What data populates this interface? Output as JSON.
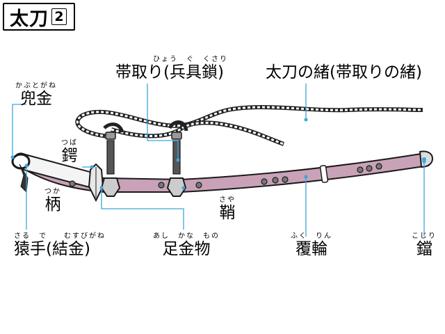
{
  "title": {
    "text": "太刀",
    "number": "2"
  },
  "labels": {
    "kabutogane": {
      "ruby": "かぶとがね",
      "text": "兜金"
    },
    "tsuba": {
      "ruby": "つば",
      "text": "鍔"
    },
    "tsuka": {
      "ruby": "つか",
      "text": "柄"
    },
    "saru": {
      "ruby": "さる　で　　むすびがね",
      "text": "猿手(結金)"
    },
    "obitori": {
      "ruby": "ひょう　ぐ　くさり",
      "text": "帯取り(兵具鎖)"
    },
    "tachinoo": {
      "text": "太刀の緒(帯取りの緒)"
    },
    "saya": {
      "ruby": "さや",
      "text": "鞘"
    },
    "ashikanamono": {
      "ruby": "あし　かな　もの",
      "text": "足金物"
    },
    "fukurin": {
      "ruby": "ふく　りん",
      "text": "覆輪"
    },
    "kojiri": {
      "ruby": "こじり",
      "text": "鐺"
    }
  },
  "colors": {
    "sheath": "#c9a2b8",
    "leader": "#3aa6dc",
    "outline": "#1a1a1a"
  }
}
